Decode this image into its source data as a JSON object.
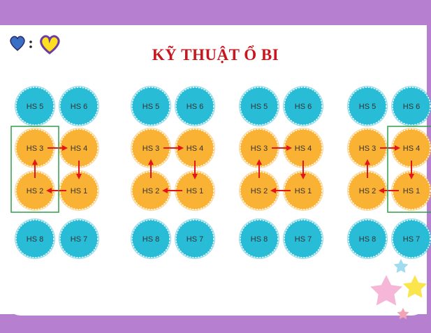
{
  "title": "KỸ THUẬT Ổ BI",
  "groups": [
    {
      "outer": [
        "HS 5",
        "HS 6",
        "HS 8",
        "HS 7"
      ],
      "inner": [
        "HS 3",
        "HS 4",
        "HS 2",
        "HS 1"
      ],
      "highlight": "left"
    },
    {
      "outer": [
        "HS 5",
        "HS 6",
        "HS 8",
        "HS 7"
      ],
      "inner": [
        "HS 3",
        "HS 4",
        "HS 2",
        "HS 1"
      ],
      "highlight": "none"
    },
    {
      "outer": [
        "HS 5",
        "HS 6",
        "HS 8",
        "HS 7"
      ],
      "inner": [
        "HS 3",
        "HS 4",
        "HS 2",
        "HS 1"
      ],
      "highlight": "none"
    },
    {
      "outer": [
        "HS 5",
        "HS 6",
        "HS 8",
        "HS 7"
      ],
      "inner": [
        "HS 3",
        "HS 4",
        "HS 2",
        "HS 1"
      ],
      "highlight": "right"
    }
  ],
  "colors": {
    "outer_fill": "#29bcd6",
    "inner_fill": "#f9b233",
    "arrow": "#e3141b",
    "highlight_box": "#2e9e48",
    "title": "#c8161d",
    "band": "#b77fd0"
  },
  "icons": [
    "hearts-icon",
    "stars-decoration"
  ]
}
